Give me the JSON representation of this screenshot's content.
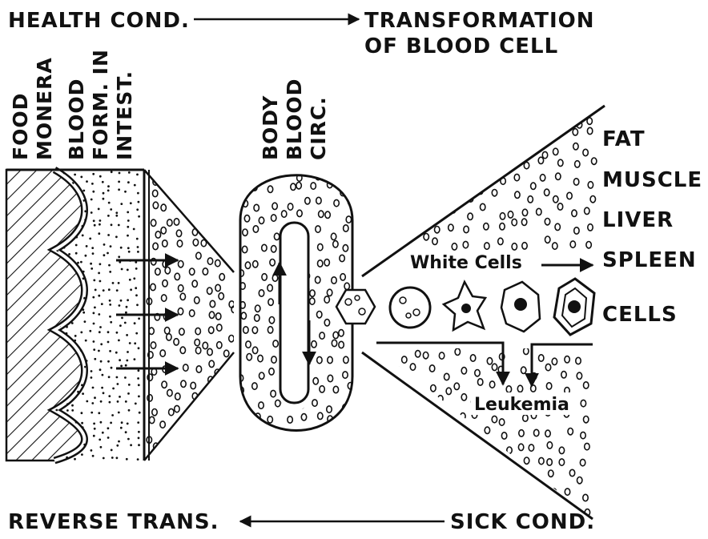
{
  "header": {
    "health_label": "HEALTH COND.",
    "transformation_line1": "TRANSFORMATION",
    "transformation_line2": "OF BLOOD CELL"
  },
  "columns": {
    "food_line1": "FOOD",
    "food_line2": "MONERA",
    "blood_line1": "BLOOD",
    "blood_line2": "FORM. IN",
    "blood_line3": "INTEST.",
    "body_line1": "BODY",
    "body_line2": "BLOOD",
    "body_line3": "CIRC."
  },
  "tissues": {
    "fat": "FAT",
    "muscle": "MUSCLE",
    "liver": "LIVER",
    "spleen": "SPLEEN",
    "cells": "CELLS"
  },
  "labels": {
    "white_cells": "White Cells",
    "leukemia": "Leukemia"
  },
  "footer": {
    "reverse_label": "REVERSE TRANS.",
    "sick_label": "SICK COND."
  }
}
